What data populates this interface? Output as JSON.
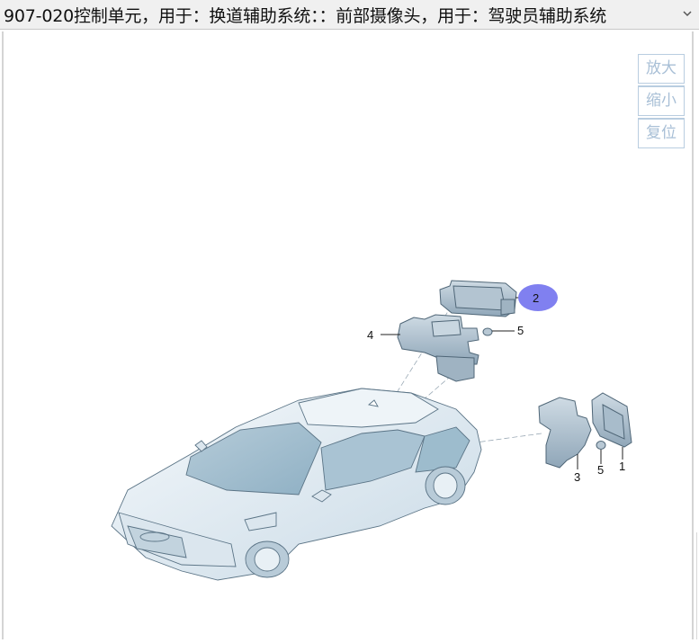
{
  "header": {
    "title": "907-020控制单元，用于：换道辅助系统：：前部摄像头，用于：驾驶员辅助系统",
    "dropdown_icon": "chevron-down-icon"
  },
  "zoom_controls": {
    "zoom_in": "放大",
    "zoom_out": "缩小",
    "reset": "复位"
  },
  "diagram": {
    "highlight_color": "#8080f0",
    "callouts": [
      {
        "id": "1",
        "label": "1"
      },
      {
        "id": "2",
        "label": "2",
        "highlighted": true
      },
      {
        "id": "3",
        "label": "3"
      },
      {
        "id": "4",
        "label": "4"
      },
      {
        "id": "5a",
        "label": "5"
      },
      {
        "id": "5b",
        "label": "5"
      }
    ]
  }
}
